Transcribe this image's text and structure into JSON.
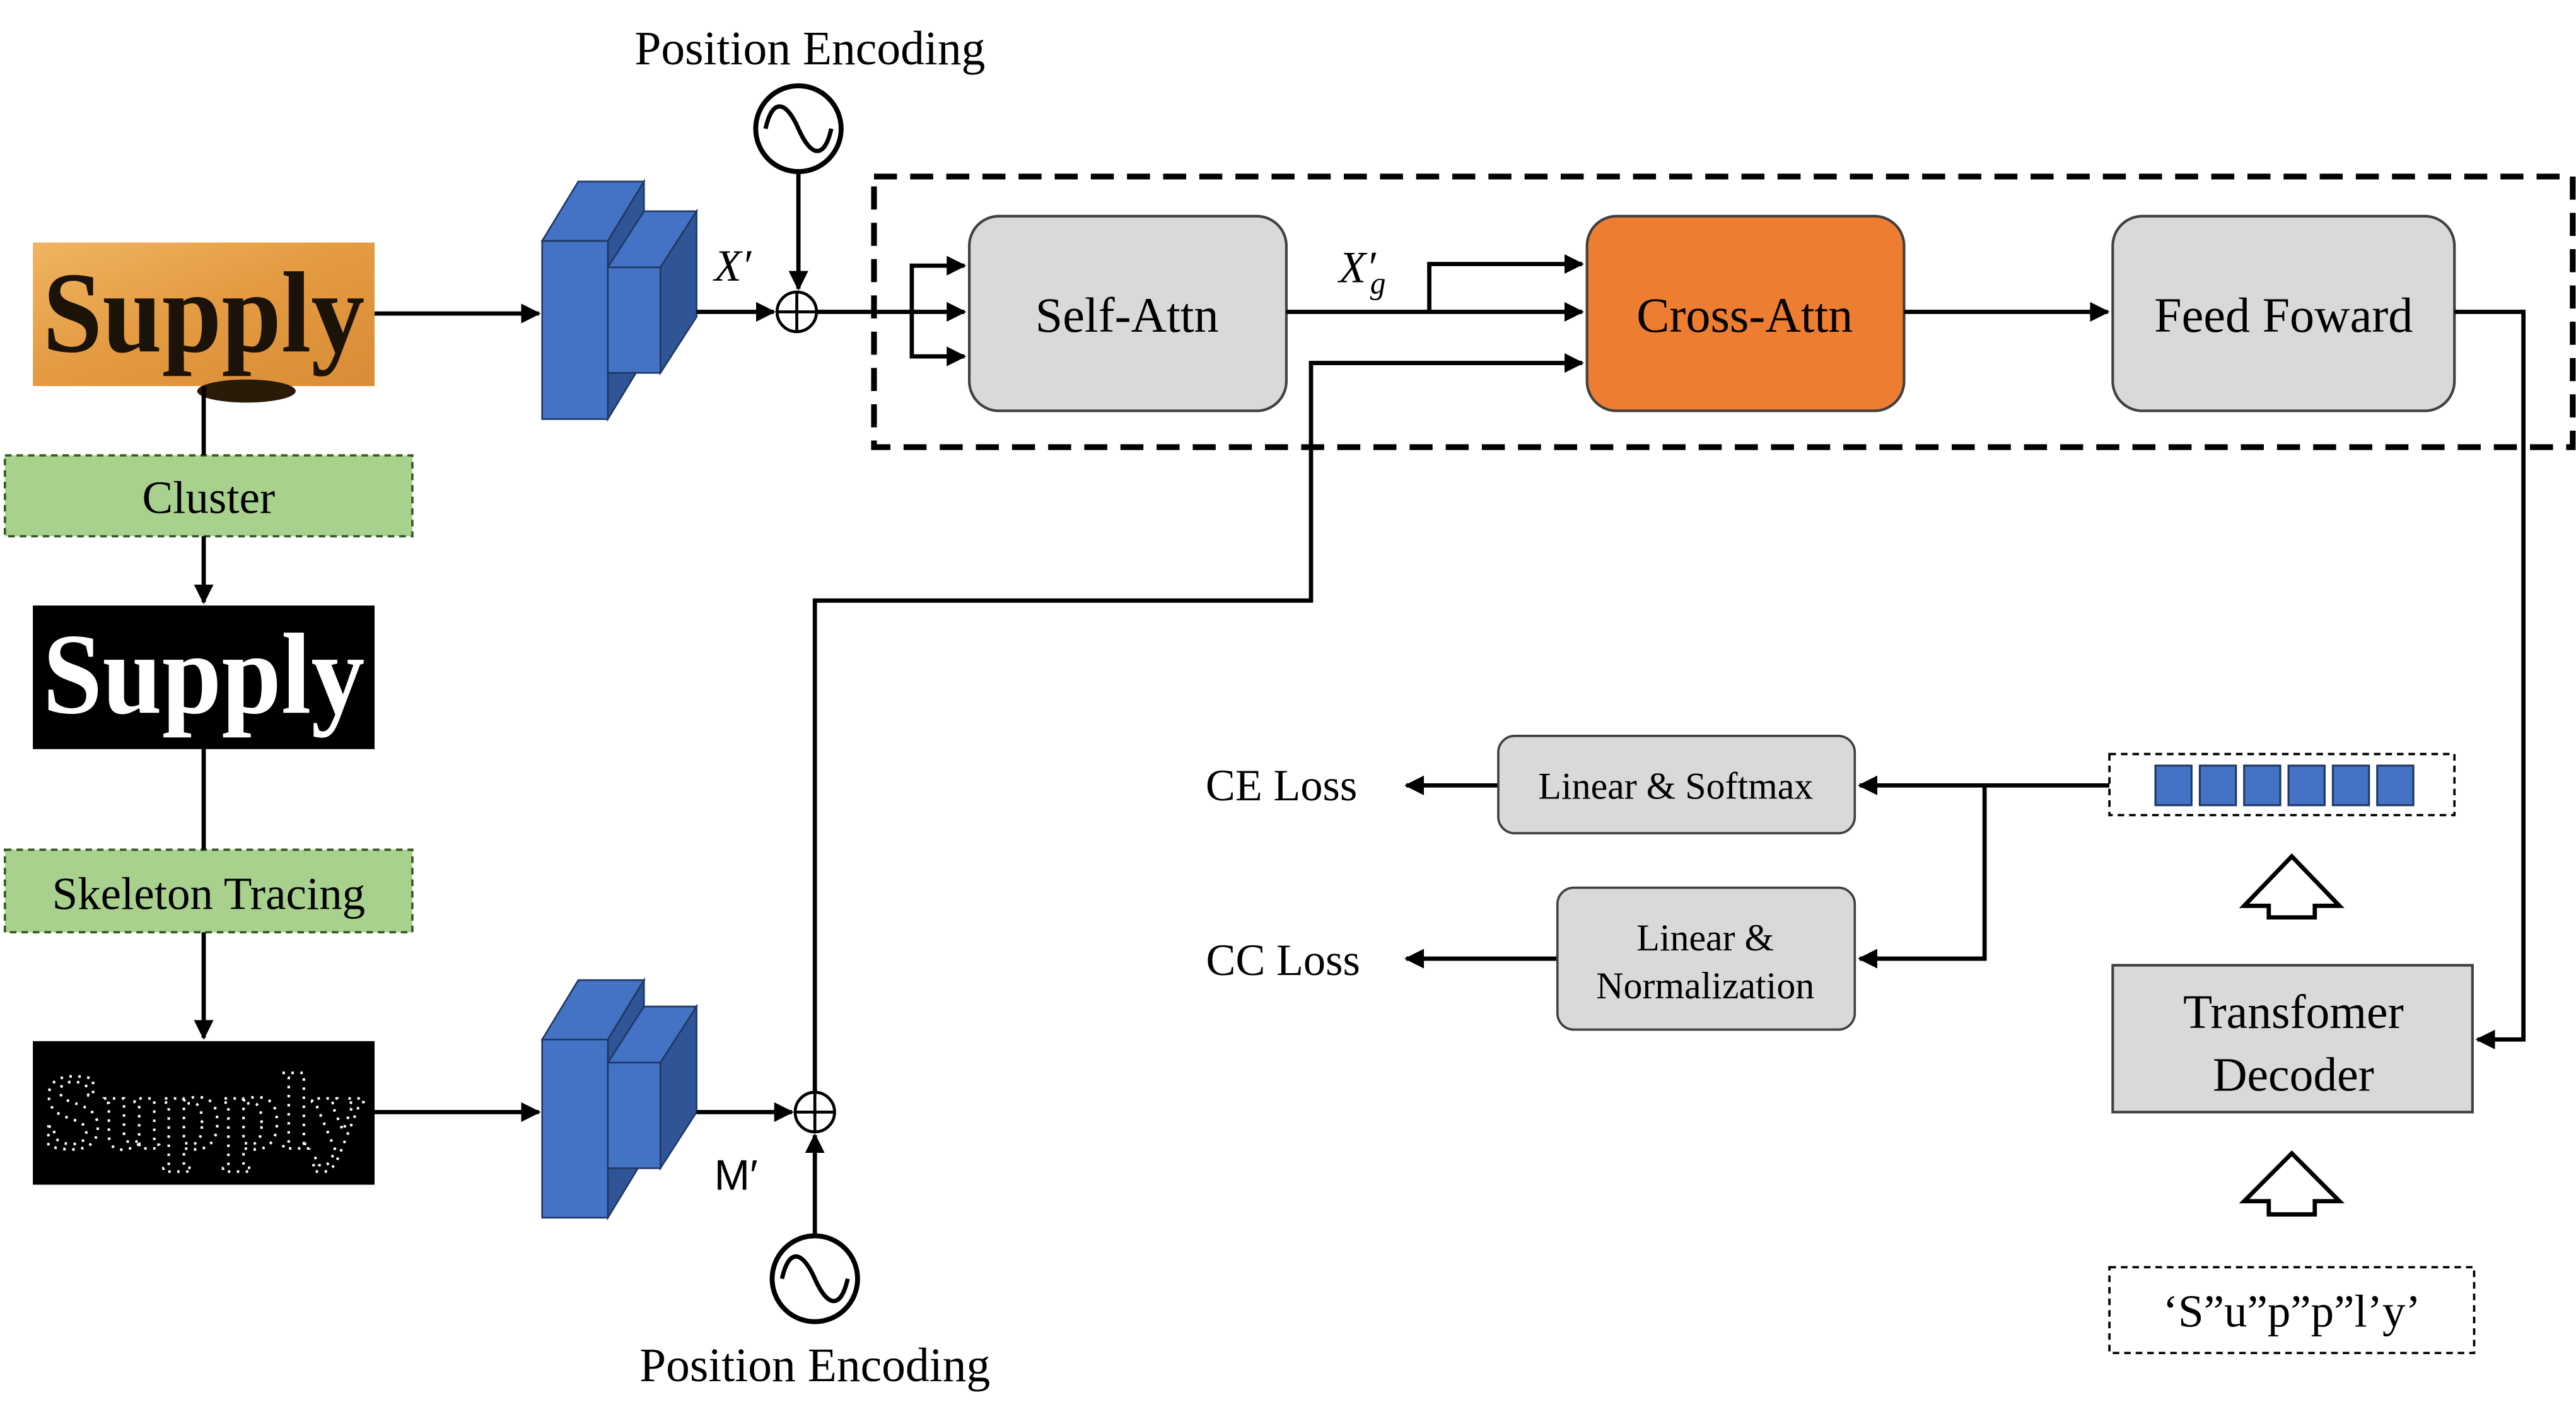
{
  "labels": {
    "pos_enc_top": "Position Encoding",
    "pos_enc_bottom": "Position Encoding",
    "cluster": "Cluster",
    "skeleton": "Skeleton Tracing",
    "self_attn": "Self-Attn",
    "cross_attn": "Cross-Attn",
    "feed_forward": "Feed Foward",
    "x_prime": "X′",
    "xg_prime_base": "X′",
    "xg_prime_sub": "g",
    "m_prime": "M′",
    "ce_loss": "CE Loss",
    "cc_loss": "CC Loss",
    "linear_softmax": "Linear & Softmax",
    "linear_norm_1": "Linear &",
    "linear_norm_2": "Normalization",
    "transformer_decoder_1": "Transfomer",
    "transformer_decoder_2": "Decoder",
    "target_seq": "‘S”u”p”p”l’y’"
  },
  "images": {
    "word_text": "Supply"
  },
  "colors": {
    "cluster_fill": "#a9d18e",
    "cluster_border": "#548235",
    "gray_fill": "#d9d9d9",
    "cross_attn_fill": "#ed7d31",
    "blue_front": "#4472c4",
    "blue_dark": "#2f5597",
    "photo_bg": "#e8a04a"
  },
  "icons": [
    "sine-wave-icon",
    "add-circle-icon",
    "hollow-up-arrow-icon",
    "conv-block-icon"
  ]
}
